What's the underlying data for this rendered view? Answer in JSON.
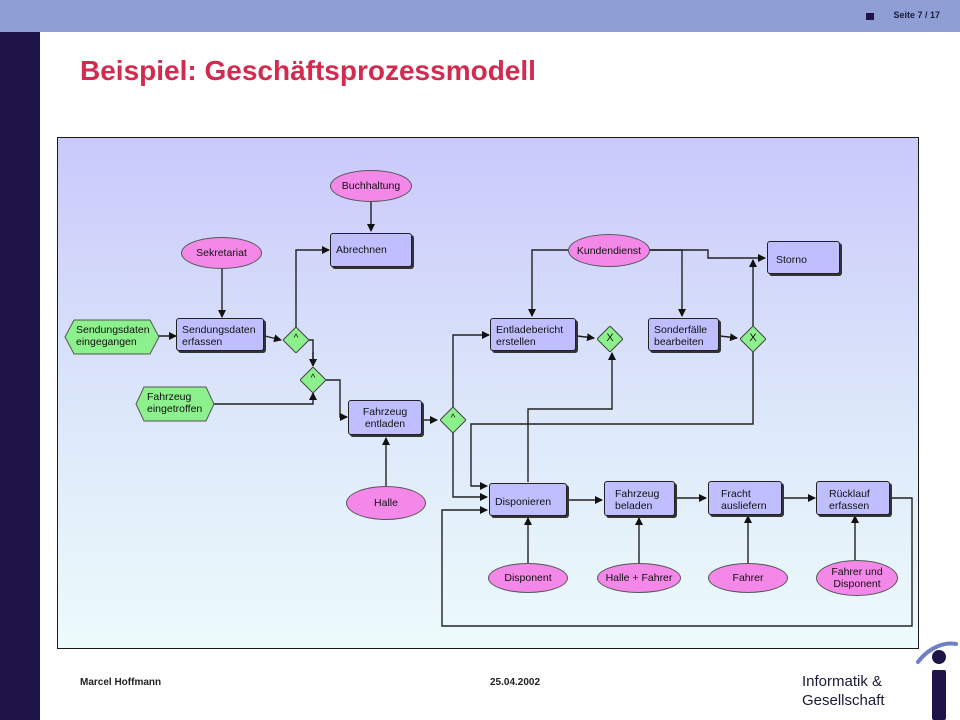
{
  "header": {
    "page_indicator": "Seite 7 / 17"
  },
  "title": "Beispiel: Geschäftsprozessmodell",
  "footer": {
    "author": "Marcel Hoffmann",
    "date": "25.04.2002",
    "brand_line1": "Informatik &",
    "brand_line2": "Gesellschaft"
  },
  "colors": {
    "accent_title": "#d22b4f",
    "function_box": "#bfbfff",
    "org_unit": "#f488e8",
    "event": "#8cf08c",
    "sidebar": "#1f1447",
    "topbar": "#8f9fd5"
  },
  "icons": {
    "logo": "i-logo-icon"
  },
  "diagram": {
    "events": {
      "sendungsdaten_eingegangen": "Sendungsdaten eingegangen",
      "fahrzeug_eingetroffen": "Fahrzeug eingetroffen"
    },
    "functions": {
      "sendungsdaten_erfassen": "Sendungsdaten erfassen",
      "abrechnen": "Abrechnen",
      "fahrzeug_entladen": "Fahrzeug entladen",
      "entladebericht_erstellen": "Entladebericht erstellen",
      "sonderfaelle_bearbeiten": "Sonderfälle bearbeiten",
      "storno": "Storno",
      "disponieren": "Disponieren",
      "fahrzeug_beladen": "Fahrzeug beladen",
      "fracht_ausliefern": "Fracht ausliefern",
      "ruecklauf_erfassen": "Rücklauf erfassen"
    },
    "org_units": {
      "buchhaltung": "Buchhaltung",
      "sekretariat": "Sekretariat",
      "kundendienst": "Kundendienst",
      "halle": "Halle",
      "disponent": "Disponent",
      "halle_fahrer": "Halle + Fahrer",
      "fahrer": "Fahrer",
      "fahrer_und_disponent": "Fahrer und Disponent"
    },
    "connectors": {
      "and": "^",
      "xor": "X"
    }
  }
}
